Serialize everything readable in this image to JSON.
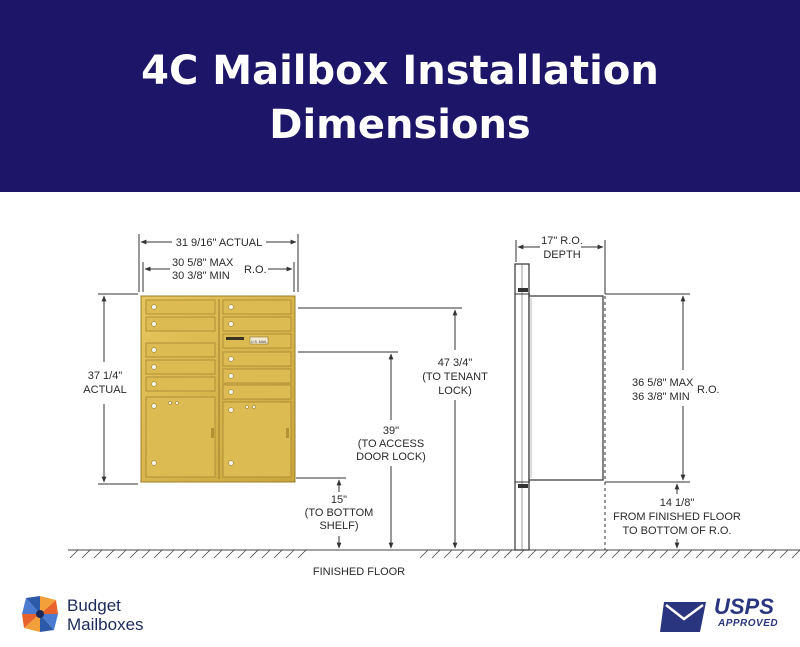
{
  "header": {
    "title_line1": "4C Mailbox Installation",
    "title_line2": "Dimensions",
    "background": "#1c1568"
  },
  "front_view": {
    "width_actual": "31 9/16\" ACTUAL",
    "width_max": "30 5/8\" MAX",
    "width_min": "30 3/8\" MIN",
    "width_ro": "R.O.",
    "height_actual_1": "37 1/4\"",
    "height_actual_2": "ACTUAL",
    "tenant_lock_1": "47 3/4\"",
    "tenant_lock_2": "(TO TENANT",
    "tenant_lock_3": "LOCK)",
    "access_lock_1": "39\"",
    "access_lock_2": "(TO ACCESS",
    "access_lock_3": "DOOR LOCK)",
    "bottom_shelf_1": "15\"",
    "bottom_shelf_2": "(TO BOTTOM",
    "bottom_shelf_3": "SHELF)",
    "floor_label": "FINISHED FLOOR",
    "door_tag": "U.S. MAIL",
    "cabinet_color": "#d8b449"
  },
  "side_view": {
    "depth_1": "17\" R.O.",
    "depth_2": "DEPTH",
    "height_max": "36 5/8\" MAX",
    "height_min": "36 3/8\" MIN",
    "height_ro": "R.O.",
    "floor_dist_1": "14 1/8\"",
    "floor_dist_2": "FROM FINISHED FLOOR",
    "floor_dist_3": "TO BOTTOM OF R.O."
  },
  "footer": {
    "brand_line1": "Budget",
    "brand_line2": "Mailboxes",
    "usps_word": "USPS",
    "usps_sub": "APPROVED"
  }
}
